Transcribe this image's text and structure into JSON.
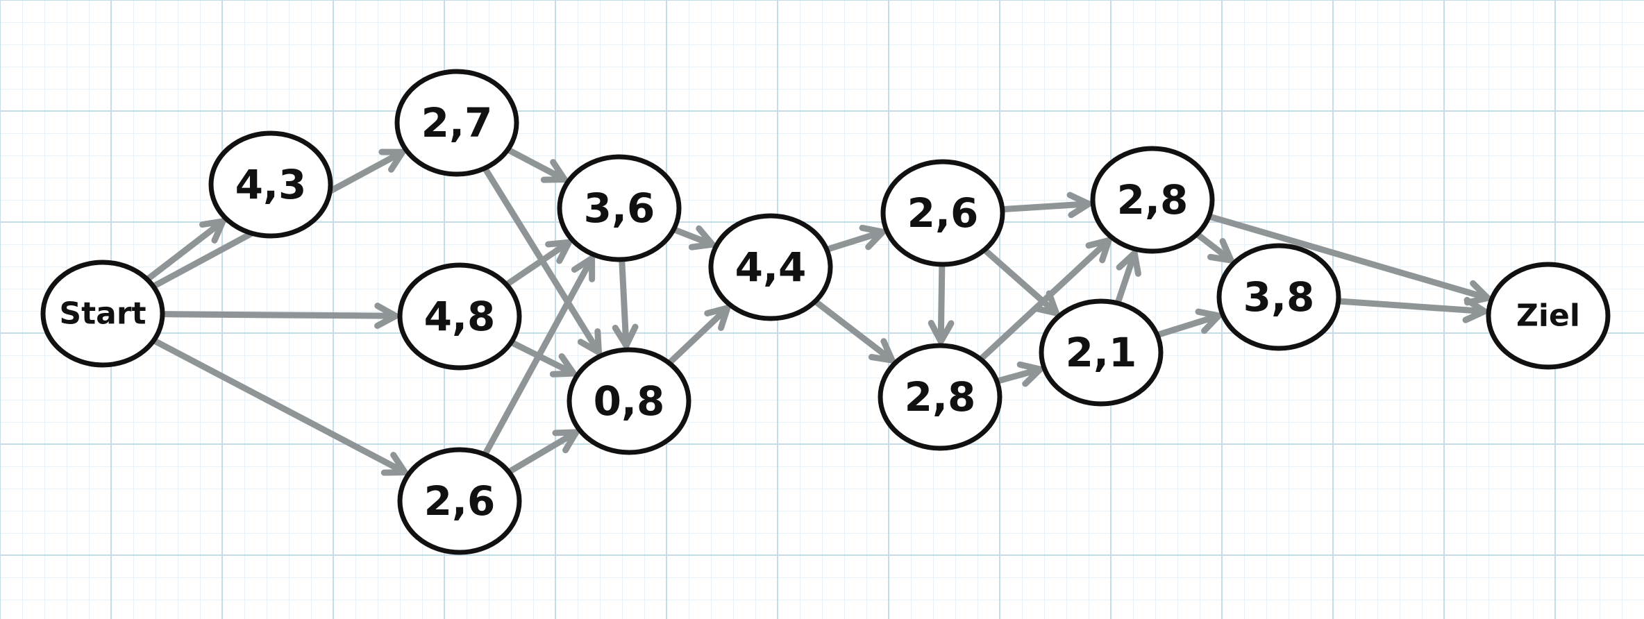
{
  "diagram": {
    "type": "directed-graph",
    "node_shape": "ellipse",
    "edge_color": "#8f9497",
    "node_outline_color": "#111111",
    "grid_color": "#c5dcea",
    "nodes": [
      {
        "id": "start",
        "label": "Start"
      },
      {
        "id": "n43",
        "label": "4,3"
      },
      {
        "id": "n27",
        "label": "2,7"
      },
      {
        "id": "n48",
        "label": "4,8"
      },
      {
        "id": "n26a",
        "label": "2,6"
      },
      {
        "id": "n36",
        "label": "3,6"
      },
      {
        "id": "n08",
        "label": "0,8"
      },
      {
        "id": "n44",
        "label": "4,4"
      },
      {
        "id": "n26b",
        "label": "2,6"
      },
      {
        "id": "n28b",
        "label": "2,8"
      },
      {
        "id": "n28a",
        "label": "2,8"
      },
      {
        "id": "n21",
        "label": "2,1"
      },
      {
        "id": "n38",
        "label": "3,8"
      },
      {
        "id": "ziel",
        "label": "Ziel"
      }
    ],
    "edges": [
      {
        "from": "start",
        "to": "n43"
      },
      {
        "from": "start",
        "to": "n27"
      },
      {
        "from": "start",
        "to": "n48"
      },
      {
        "from": "start",
        "to": "n26a"
      },
      {
        "from": "n27",
        "to": "n36"
      },
      {
        "from": "n27",
        "to": "n08"
      },
      {
        "from": "n48",
        "to": "n36"
      },
      {
        "from": "n48",
        "to": "n08"
      },
      {
        "from": "n26a",
        "to": "n36"
      },
      {
        "from": "n26a",
        "to": "n08"
      },
      {
        "from": "n36",
        "to": "n44"
      },
      {
        "from": "n36",
        "to": "n08"
      },
      {
        "from": "n08",
        "to": "n44"
      },
      {
        "from": "n44",
        "to": "n26b"
      },
      {
        "from": "n44",
        "to": "n28b"
      },
      {
        "from": "n26b",
        "to": "n28a"
      },
      {
        "from": "n26b",
        "to": "n21"
      },
      {
        "from": "n26b",
        "to": "n28b"
      },
      {
        "from": "n28b",
        "to": "n21"
      },
      {
        "from": "n28b",
        "to": "n28a"
      },
      {
        "from": "n21",
        "to": "n28a"
      },
      {
        "from": "n21",
        "to": "n38"
      },
      {
        "from": "n28a",
        "to": "n38"
      },
      {
        "from": "n28a",
        "to": "ziel"
      },
      {
        "from": "n38",
        "to": "ziel"
      }
    ]
  }
}
